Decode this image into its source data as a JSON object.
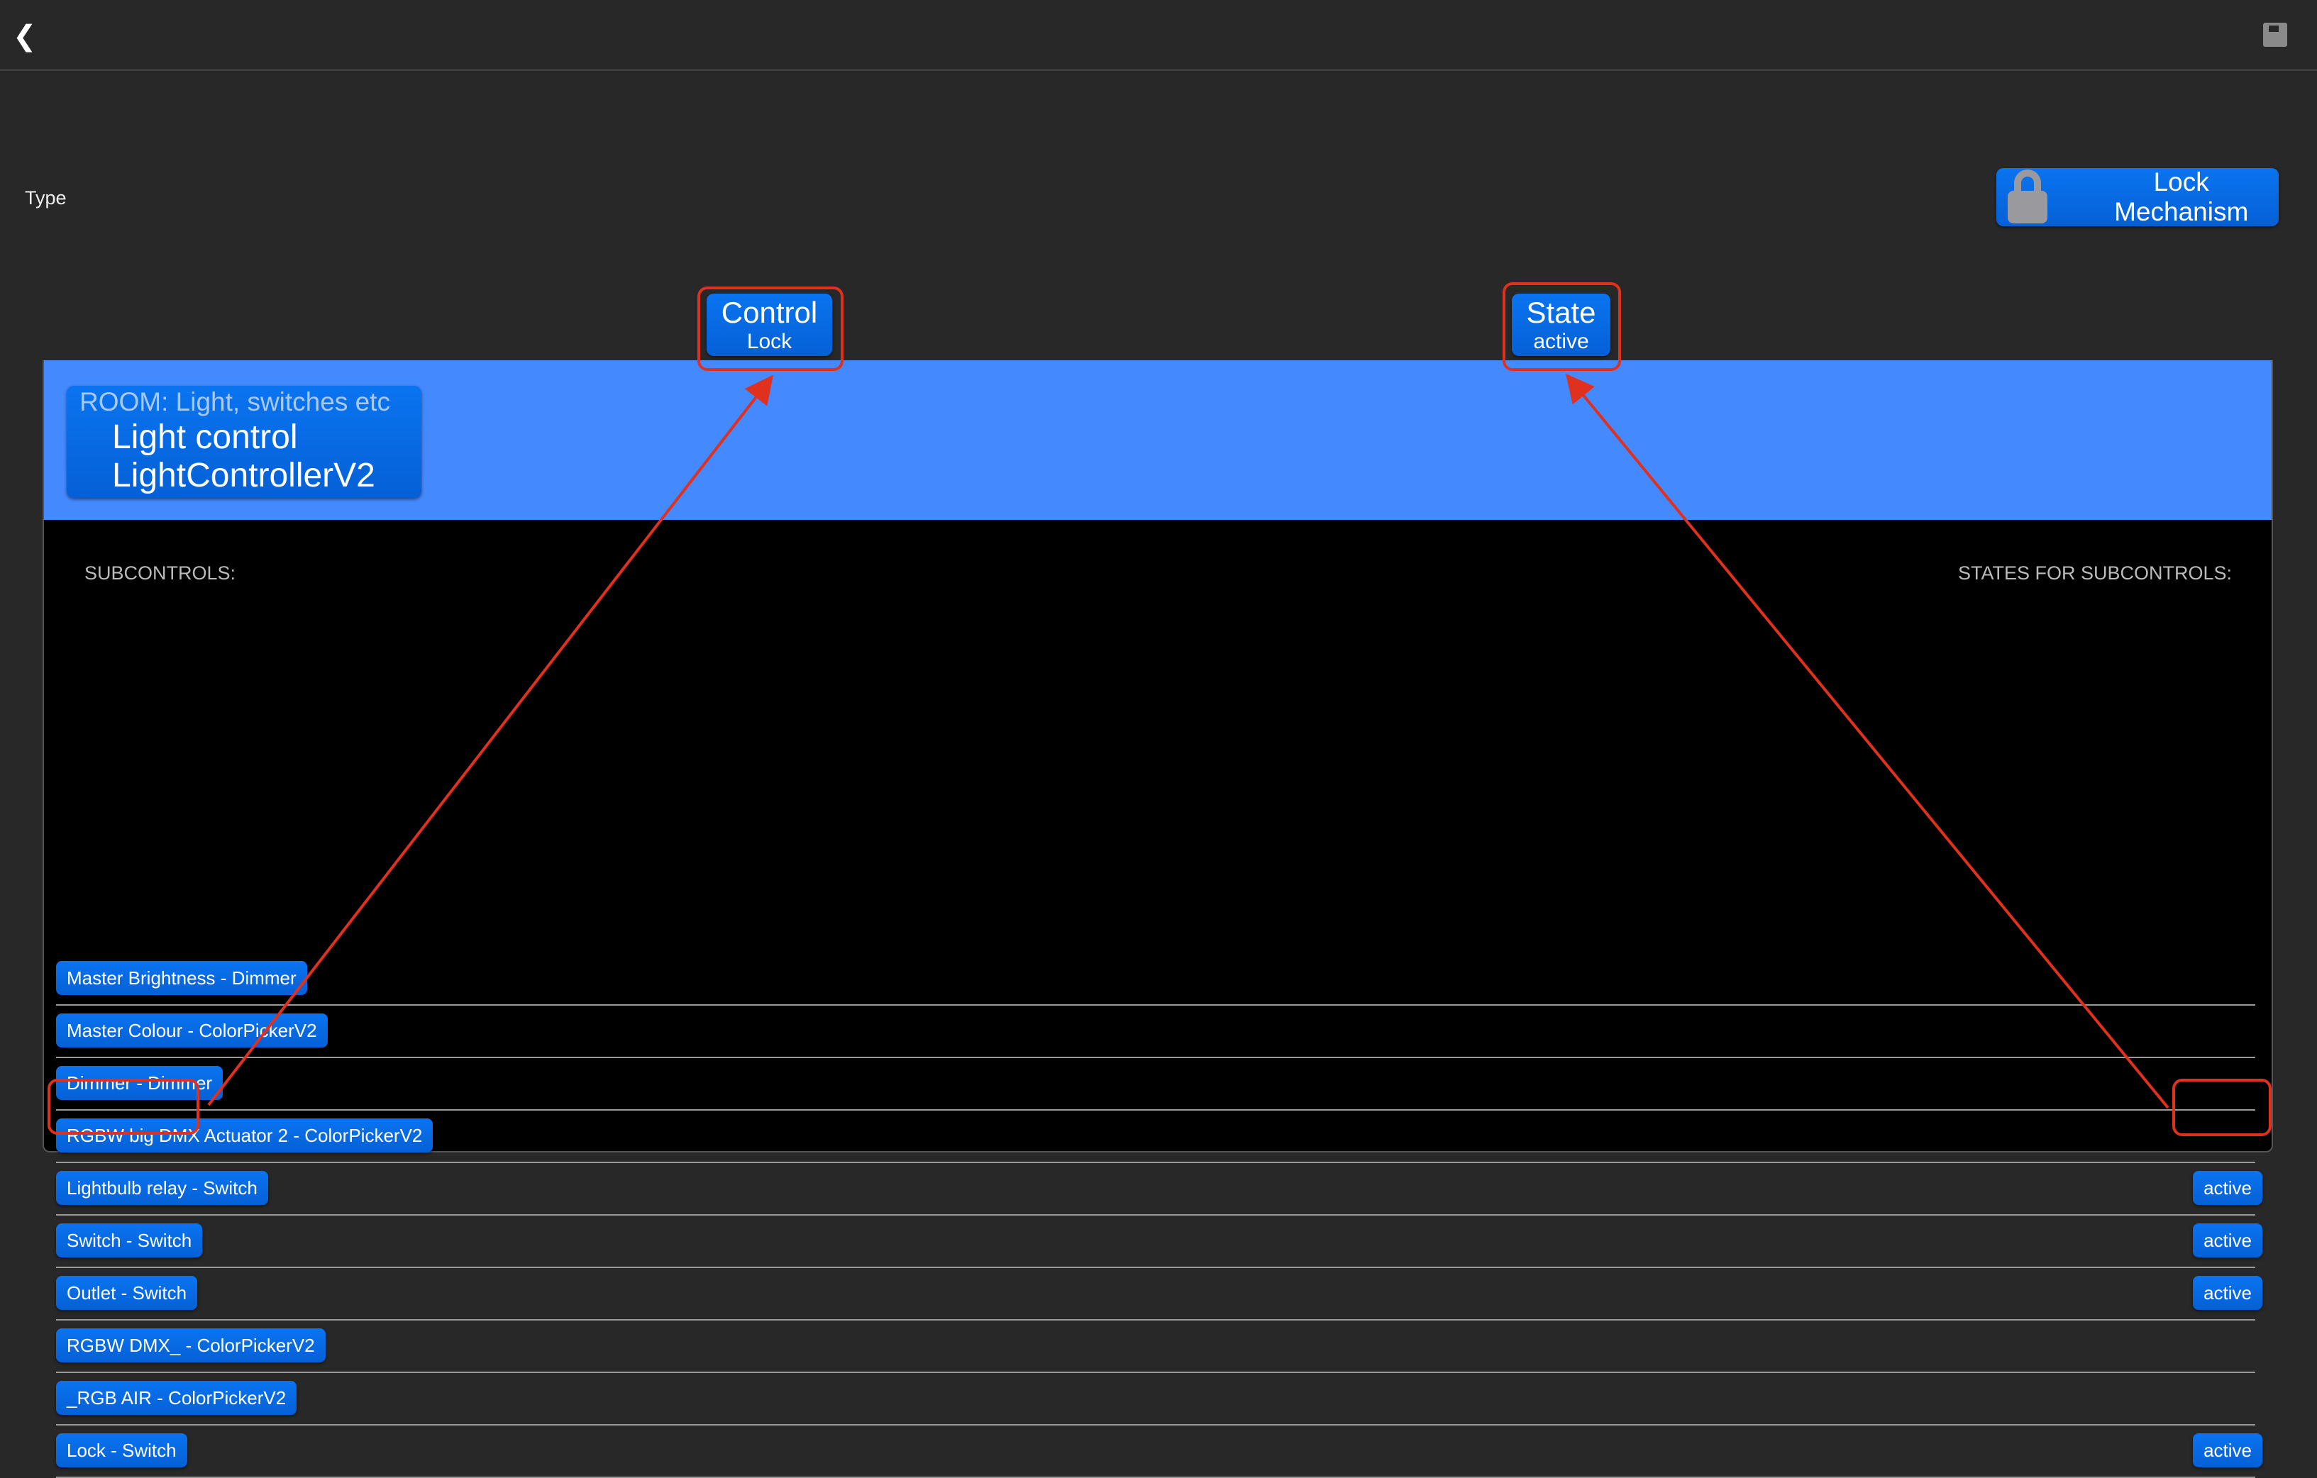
{
  "topbar": {
    "back_icon": "chevron-left-icon",
    "save_icon": "floppy-disk-icon"
  },
  "type": {
    "label": "Type",
    "value": "Lock Mechanism",
    "icon": "lock-icon"
  },
  "header_buttons": {
    "control": {
      "title": "Control",
      "value": "Lock"
    },
    "state": {
      "title": "State",
      "value": "active"
    }
  },
  "room_card": {
    "room": "ROOM: Light, switches etc",
    "name": "Light control",
    "type": "LightControllerV2"
  },
  "labels": {
    "subcontrols": "SUBCONTROLS:",
    "states": "STATES FOR SUBCONTROLS:"
  },
  "subcontrols": [
    {
      "name": "Master Brightness - Dimmer",
      "state": null
    },
    {
      "name": "Master Colour - ColorPickerV2",
      "state": null
    },
    {
      "name": "Dimmer - Dimmer",
      "state": null
    },
    {
      "name": "RGBW big DMX Actuator 2 - ColorPickerV2",
      "state": null
    },
    {
      "name": "Lightbulb relay - Switch",
      "state": "active"
    },
    {
      "name": "Switch - Switch",
      "state": "active"
    },
    {
      "name": "Outlet - Switch",
      "state": "active"
    },
    {
      "name": "RGBW DMX_ - ColorPickerV2",
      "state": null
    },
    {
      "name": "_RGB AIR - ColorPickerV2",
      "state": null
    },
    {
      "name": "Lock - Switch",
      "state": "active"
    }
  ],
  "colors": {
    "accent": "#0a6ae6",
    "header": "#4589ff",
    "annotation": "#e0301e"
  }
}
